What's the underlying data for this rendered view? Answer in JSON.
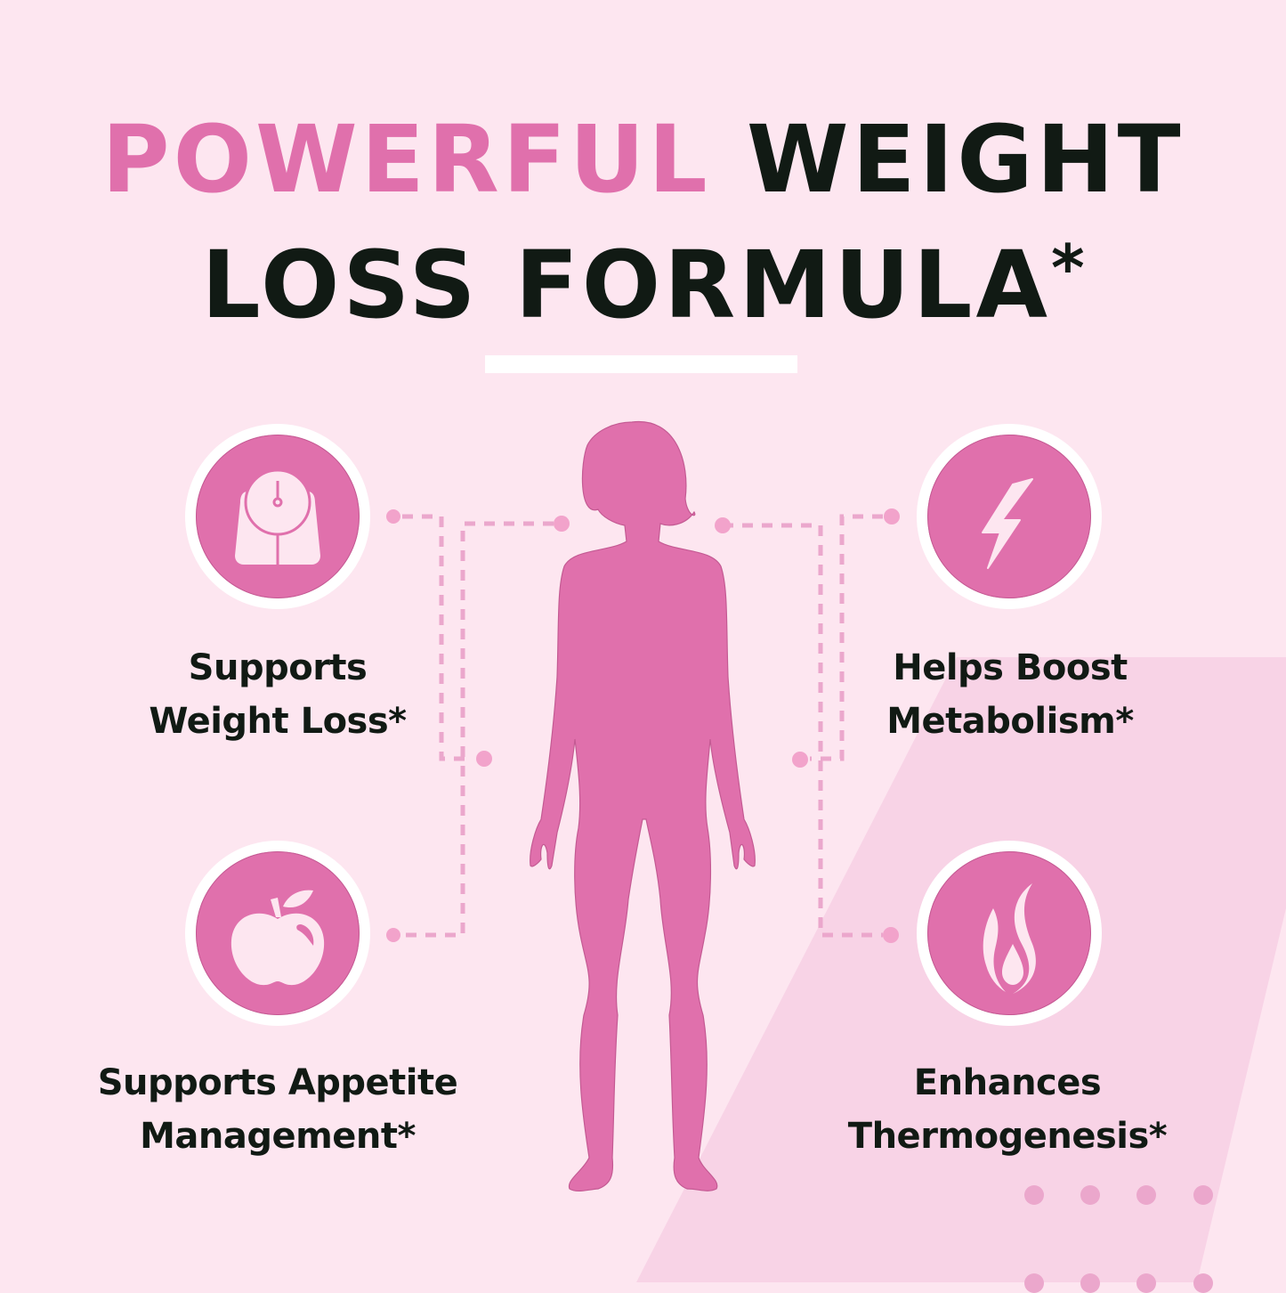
{
  "headline": {
    "accent_word": "POWERFUL",
    "line1_rest": "WEIGHT",
    "line2": "LOSS FORMULA",
    "asterisk": "*"
  },
  "figure": {
    "description": "female body silhouette",
    "icon": "woman-silhouette-icon"
  },
  "benefits": [
    {
      "id": "weight-loss",
      "icon": "scale-icon",
      "line1": "Supports",
      "line2": "Weight Loss*",
      "position": "top-left"
    },
    {
      "id": "metabolism",
      "icon": "lightning-bolt-icon",
      "line1": "Helps Boost",
      "line2": "Metabolism*",
      "position": "top-right"
    },
    {
      "id": "appetite",
      "icon": "apple-icon",
      "line1": "Supports Appetite",
      "line2": "Management*",
      "position": "bottom-left"
    },
    {
      "id": "thermogenesis",
      "icon": "flame-icon",
      "line1": "Enhances",
      "line2": "Thermogenesis*",
      "position": "bottom-right"
    }
  ],
  "colors": {
    "background": "#fde6f0",
    "band": "#f8d3e6",
    "accent_pink": "#e070ac",
    "text_dark": "#111a14",
    "connector": "#eba7cc",
    "icon_glyph": "#fde6f0",
    "ring": "#ffffff"
  }
}
